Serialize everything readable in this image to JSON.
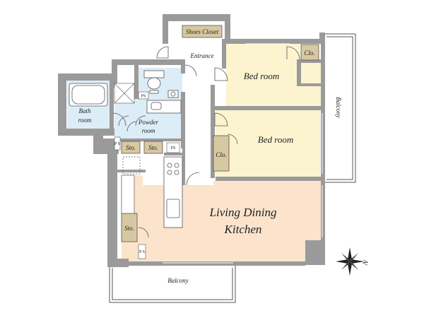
{
  "floorplan": {
    "rooms": {
      "shoes_closet": "Shoes Closet",
      "entrance": "Entrance",
      "bedroom_1": "Bed room",
      "bedroom_2": "Bed room",
      "closet_1": "Clo.",
      "closet_2": "Clo.",
      "bath_line1": "Bath",
      "bath_line2": "room",
      "powder_line1": "Powder",
      "powder_line2": "room",
      "storage_1": "Sto.",
      "storage_2": "Sto.",
      "storage_3": "Sto.",
      "ps_1": "PS",
      "ps_2": "PS",
      "ps_3": "P S",
      "ps_4": "P S",
      "ldk_line1": "Living Dining",
      "ldk_line2": "Kitchen",
      "balcony_right": "Balcony",
      "balcony_bottom": "Balcony"
    },
    "compass": "N",
    "colors": {
      "wall": "#9a9a9a",
      "wall_dark": "#7c7c7c",
      "bedroom": "#fbf4cf",
      "ldk": "#fbe3cc",
      "wet_area": "#dcedf8",
      "storage": "#d8c8a2",
      "outline": "#555555"
    }
  }
}
